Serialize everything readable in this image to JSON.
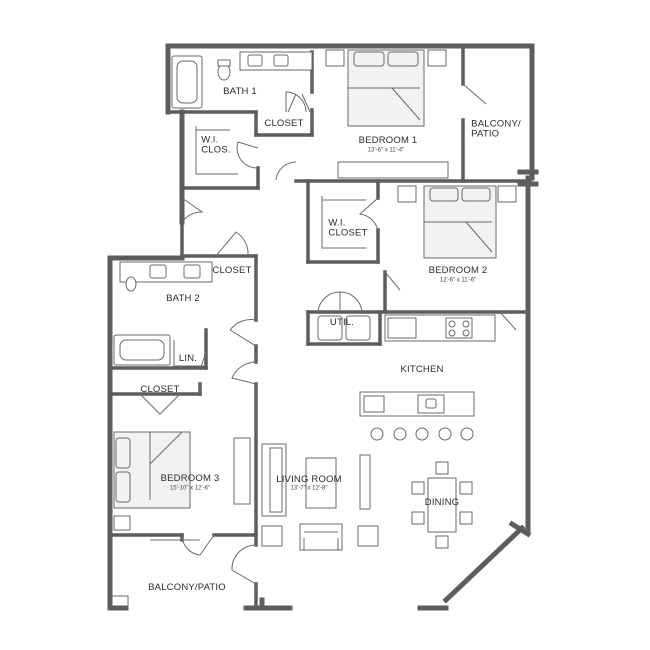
{
  "floor_plan": {
    "rooms": {
      "bath1": "BATH 1",
      "closet_top": "CLOSET",
      "bedroom1": {
        "name": "BEDROOM 1",
        "dims": "13'-6\" x 11'-4\""
      },
      "balcony_patio_top": "BALCONY/\nPATIO",
      "wi_clos": "W.I.\nCLOS.",
      "wi_closet": "W.I.\nCLOSET",
      "bedroom2": {
        "name": "BEDROOM 2",
        "dims": "12'-6\" x 11'-6\""
      },
      "closet_bath2": "CLOSET",
      "bath2": "BATH 2",
      "util": "UTIL.",
      "lin": "LIN.",
      "kitchen": "KITCHEN",
      "closet_bed3": "CLOSET",
      "bedroom3": {
        "name": "BEDROOM 3",
        "dims": "15'-10\" x 12'-6\""
      },
      "living_room": {
        "name": "LIVING ROOM",
        "dims": "13'-7\" x 12'-8\""
      },
      "dining": "DINING",
      "balcony_patio_bottom": "BALCONY/PATIO"
    },
    "colors": {
      "wall": "#5d5d5d",
      "line": "#6a6a6a",
      "background": "#ffffff",
      "text": "#2b2b2b"
    }
  }
}
